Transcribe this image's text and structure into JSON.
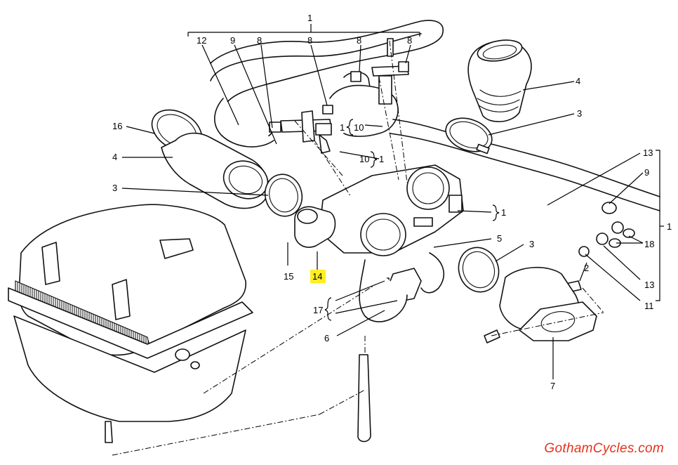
{
  "diagram": {
    "callouts": {
      "top_group": "1",
      "p12": "12",
      "p9a": "9",
      "p8a": "8",
      "p8b": "8",
      "p8c": "8",
      "p8d": "8",
      "p4a": "4",
      "p3a": "3",
      "p16": "16",
      "p4b": "4",
      "p3b": "3",
      "p10a": "10",
      "p10a_group": "1",
      "p10b": "10",
      "p10b_group": "1",
      "p13a": "13",
      "p9b": "9",
      "p1_throttle": "1",
      "p5": "5",
      "p3c": "3",
      "p18": "18",
      "p2": "2",
      "p13b": "13",
      "p11": "11",
      "p1_right": "1",
      "p15": "15",
      "p14": "14",
      "p17": "17",
      "p6": "6",
      "p7": "7"
    },
    "highlight_color": "#ffee22"
  },
  "watermark": {
    "text": "GothamCycles.com",
    "color": "#e4321c"
  }
}
